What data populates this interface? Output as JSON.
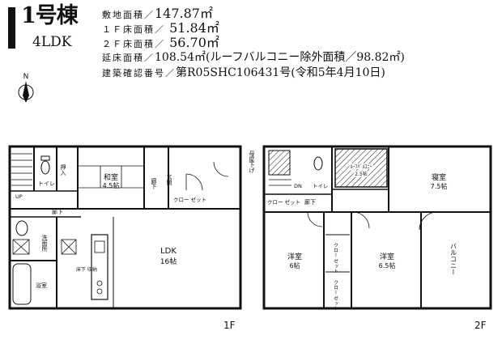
{
  "header": {
    "building": "1号棟",
    "layout_type": "4LDK",
    "specs": [
      {
        "label": "敷地面積／",
        "value": "147.87㎡"
      },
      {
        "label": "１Ｆ床面積／",
        "value": " 51.84㎡"
      },
      {
        "label": "２Ｆ床面積／",
        "value": " 56.70㎡"
      },
      {
        "label": "延床面積／",
        "value": "108.54㎡(ルーフバルコニー除外面積／98.82㎡)"
      },
      {
        "label": "建築確認番号／",
        "value": "第R05SHC106431号(令和5年4月10日)"
      }
    ]
  },
  "compass": {
    "north": "N"
  },
  "floors": {
    "f1": {
      "label": "1F",
      "rooms": {
        "toilet": "トイレ",
        "storage": "押入",
        "washitsu": "和室",
        "washitsu_size": "4.5帖",
        "hallway": "廊下",
        "closet": "クロー\nゼット",
        "entrance": "玄関",
        "entrance_hall": "廊下",
        "washroom": "洗面所",
        "bath": "浴室",
        "ldk": "LDK",
        "ldk_size": "16帖",
        "pantry": "床下\n収納",
        "up": "UP"
      }
    },
    "f2": {
      "label": "2F",
      "rooms": {
        "fukinuke": "母屋下げ",
        "dn": "DN",
        "toilet": "トイレ",
        "roof_balcony": "ﾙｰﾌﾊﾞﾙｺﾆｰ",
        "roof_balcony_size": "2.5帖",
        "master": "寝室",
        "master_size": "7.5帖",
        "closet_a": "クロー\nゼット",
        "hallway": "廊下",
        "western1": "洋室",
        "western1_size": "6帖",
        "western2": "洋室",
        "western2_size": "6.5帖",
        "closet_b": "クロー\nゼット",
        "closet_c": "クロー\nゼット",
        "balcony": "バルコニー"
      }
    }
  }
}
